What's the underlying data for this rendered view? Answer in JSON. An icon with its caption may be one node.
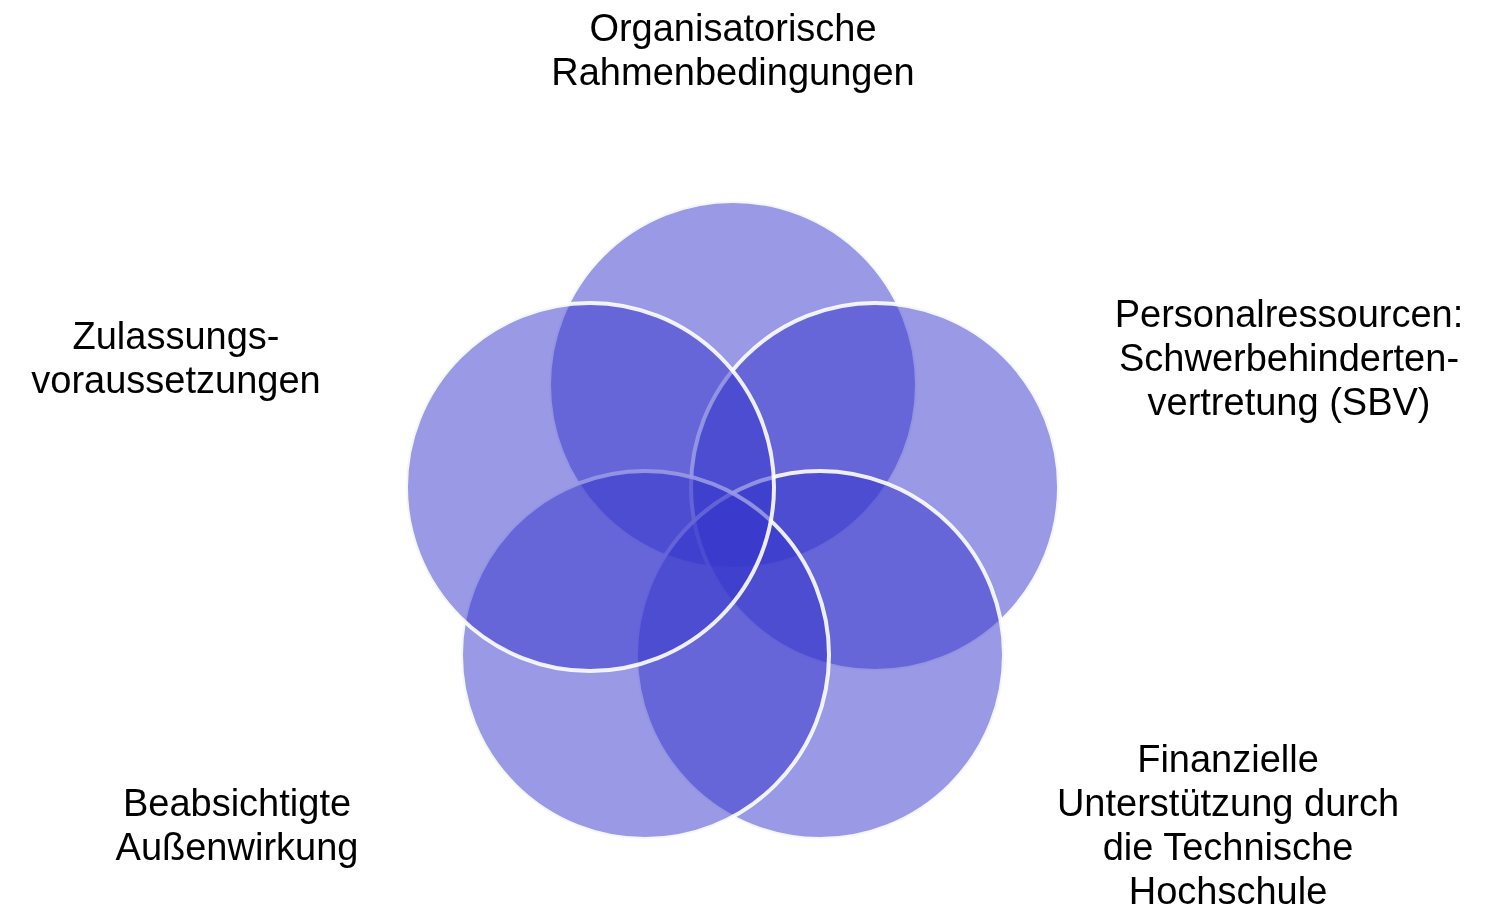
{
  "diagram": {
    "nodes": [
      {
        "text": [],
        "shape": "circle",
        "beside": [
          "Organisatorische Rahmenbedingungen"
        ]
      },
      {
        "text": [],
        "shape": "circle",
        "beside": [
          "Personalressourcen: Schwerbehinderten- vertretung (SBV)"
        ]
      },
      {
        "text": [],
        "shape": "circle",
        "beside": [
          "Finanzielle Unterstützung durch die Technische Hochschule"
        ]
      },
      {
        "text": [],
        "shape": "circle",
        "beside": [
          "Beabsichtigte Außenwirkung"
        ]
      },
      {
        "text": [],
        "shape": "circle",
        "beside": [
          "Zulassungs- voraussetzungen"
        ]
      }
    ]
  }
}
